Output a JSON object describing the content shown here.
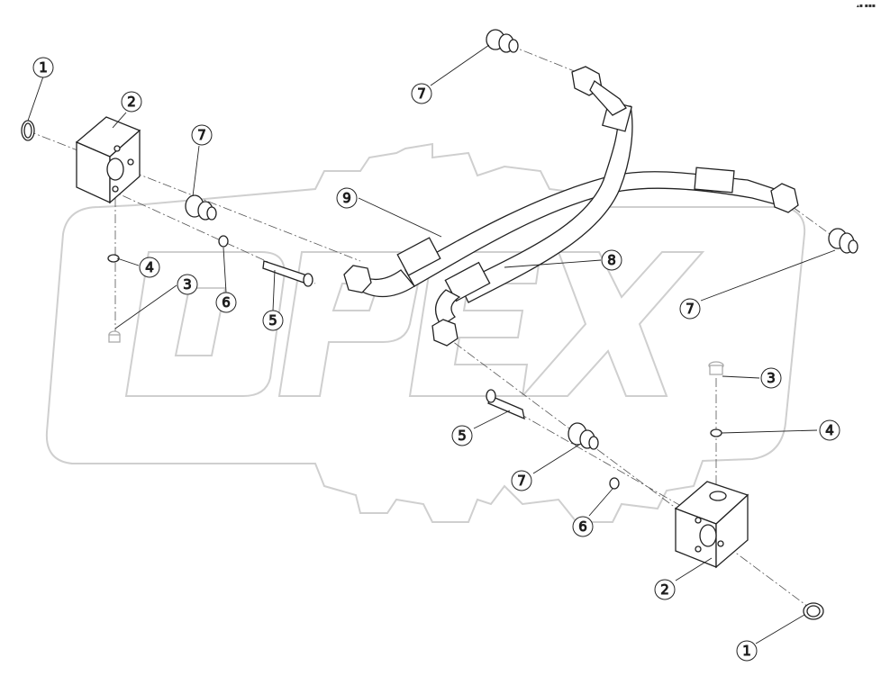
{
  "diagram": {
    "watermark": "OPEX",
    "corner_mark": "▴▪ ▪▪▪",
    "callouts": [
      {
        "id": "c1a",
        "label": "1"
      },
      {
        "id": "c2a",
        "label": "2"
      },
      {
        "id": "c7a",
        "label": "7"
      },
      {
        "id": "c7b",
        "label": "7"
      },
      {
        "id": "c9",
        "label": "9"
      },
      {
        "id": "c4a",
        "label": "4"
      },
      {
        "id": "c3a",
        "label": "3"
      },
      {
        "id": "c6a",
        "label": "6"
      },
      {
        "id": "c5a",
        "label": "5"
      },
      {
        "id": "c8",
        "label": "8"
      },
      {
        "id": "c7c",
        "label": "7"
      },
      {
        "id": "c3b",
        "label": "3"
      },
      {
        "id": "c4b",
        "label": "4"
      },
      {
        "id": "c5b",
        "label": "5"
      },
      {
        "id": "c7d",
        "label": "7"
      },
      {
        "id": "c6b",
        "label": "6"
      },
      {
        "id": "c2b",
        "label": "2"
      },
      {
        "id": "c1b",
        "label": "1"
      }
    ]
  }
}
